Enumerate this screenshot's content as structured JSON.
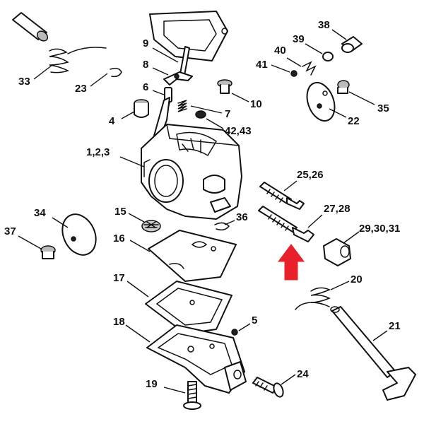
{
  "callouts": {
    "c38": "38",
    "c39": "39",
    "c40": "40",
    "c41": "41",
    "c9": "9",
    "c8": "8",
    "c33": "33",
    "c23": "23",
    "c6": "6",
    "c10": "10",
    "c35": "35",
    "c22": "22",
    "c7": "7",
    "c4": "4",
    "c42_43": "42,43",
    "c1_2_3": "1,2,3",
    "c25_26": "25,26",
    "c27_28": "27,28",
    "c34": "34",
    "c15": "15",
    "c36": "36",
    "c37": "37",
    "c16": "16",
    "c29_30_31": "29,30,31",
    "c17": "17",
    "c20": "20",
    "c21": "21",
    "c18": "18",
    "c5": "5",
    "c24": "24",
    "c19": "19"
  },
  "colors": {
    "line": "#111111",
    "highlight_arrow": "#e8202a",
    "background": "#ffffff"
  }
}
